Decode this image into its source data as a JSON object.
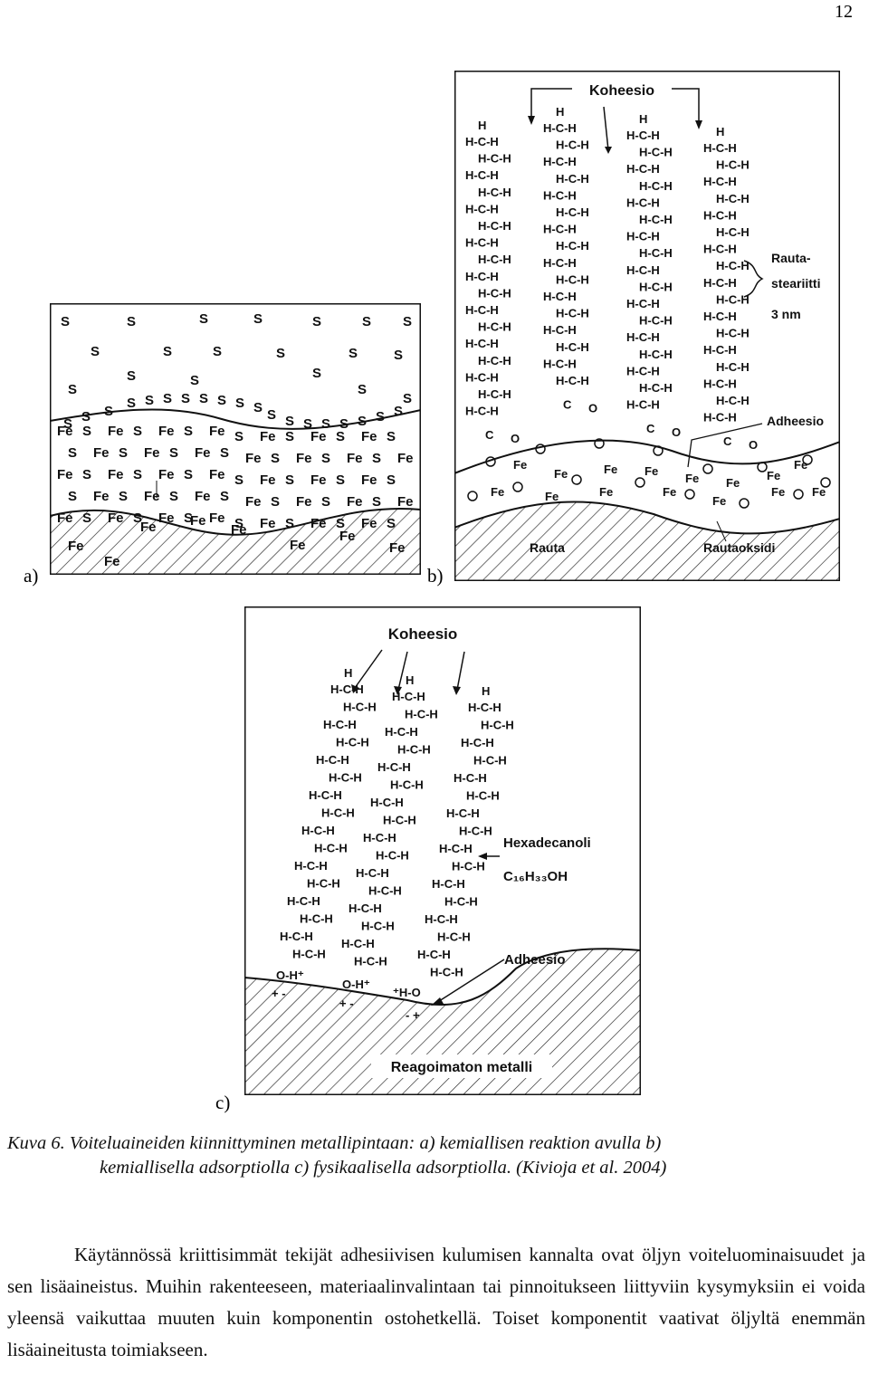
{
  "page_number": "12",
  "figure": {
    "a": {
      "letter": "a)",
      "s": "S",
      "fe": "Fe"
    },
    "b": {
      "letter": "b)",
      "cohesion": "Koheesio",
      "chain_h": "H",
      "chain_unit": "H-C-H",
      "oxygen": "O",
      "carbonyl_c": "C",
      "fe": "Fe",
      "stearate_label": [
        "Rauta-",
        "steariitti",
        "3 nm"
      ],
      "adhesion": "Adheesio",
      "iron": "Rauta",
      "iron_oxide": "Rautaoksidi"
    },
    "c": {
      "letter": "c)",
      "cohesion": "Koheesio",
      "chain_h": "H",
      "chain_unit": "H-C-H",
      "oh_group": "O-H⁺",
      "ho_group": "⁺H-O",
      "molecule_name": "Hexadecanoli",
      "formula": "C₁₆H₃₃OH",
      "adhesion": "Adheesio",
      "metal": "Reagoimaton metalli",
      "charges": [
        "+ -",
        "+ -",
        "+ -",
        "- +"
      ]
    }
  },
  "caption": {
    "line1": "Kuva 6.  Voiteluaineiden kiinnittyminen metallipintaan: a) kemiallisen reaktion avulla b)",
    "line2": "kemiallisella adsorptiolla c) fysikaalisella adsorptiolla. (Kivioja et al. 2004)"
  },
  "body": {
    "paragraph": "Käytännössä kriittisimmät tekijät adhesiivisen kulumisen kannalta ovat öljyn voiteluominaisuudet ja sen lisäaineistus. Muihin rakenteeseen, materiaalinvalintaan tai pinnoitukseen liittyviin kysymyksiin ei voida yleensä vaikuttaa muuten kuin komponentin ostohetkellä. Toiset komponentit vaativat öljyltä enemmän lisäaineitusta toimiakseen."
  }
}
